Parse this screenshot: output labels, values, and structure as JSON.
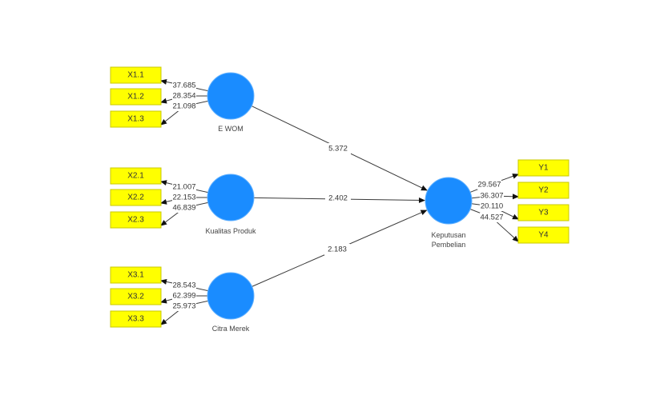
{
  "diagram": {
    "type": "pls-sem-path-model",
    "latent_variables": [
      {
        "id": "ewom",
        "label": "E WOM",
        "label_lines": [
          "E WOM"
        ],
        "color": "#1a8cff"
      },
      {
        "id": "kualitas",
        "label": "Kualitas Produk",
        "label_lines": [
          "Kualitas Produk"
        ],
        "color": "#1a8cff"
      },
      {
        "id": "citra",
        "label": "Citra Merek",
        "label_lines": [
          "Citra Merek"
        ],
        "color": "#1a8cff"
      },
      {
        "id": "keputusan",
        "label": "Keputusan Pembelian",
        "label_lines": [
          "Keputusan",
          "Pembelian"
        ],
        "color": "#1a8cff"
      }
    ],
    "indicators": [
      {
        "id": "X1.1",
        "label": "X1.1",
        "latent": "ewom",
        "value": "37.685"
      },
      {
        "id": "X1.2",
        "label": "X1.2",
        "latent": "ewom",
        "value": "28.354"
      },
      {
        "id": "X1.3",
        "label": "X1.3",
        "latent": "ewom",
        "value": "21.098"
      },
      {
        "id": "X2.1",
        "label": "X2.1",
        "latent": "kualitas",
        "value": "21.007"
      },
      {
        "id": "X2.2",
        "label": "X2.2",
        "latent": "kualitas",
        "value": "22.153"
      },
      {
        "id": "X2.3",
        "label": "X2.3",
        "latent": "kualitas",
        "value": "46.839"
      },
      {
        "id": "X3.1",
        "label": "X3.1",
        "latent": "citra",
        "value": "28.543"
      },
      {
        "id": "X3.2",
        "label": "X3.2",
        "latent": "citra",
        "value": "62.399"
      },
      {
        "id": "X3.3",
        "label": "X3.3",
        "latent": "citra",
        "value": "25.973"
      },
      {
        "id": "Y1",
        "label": "Y1",
        "latent": "keputusan",
        "value": "29.567"
      },
      {
        "id": "Y2",
        "label": "Y2",
        "latent": "keputusan",
        "value": "36.307"
      },
      {
        "id": "Y3",
        "label": "Y3",
        "latent": "keputusan",
        "value": "20.110"
      },
      {
        "id": "Y4",
        "label": "Y4",
        "latent": "keputusan",
        "value": "44.527"
      }
    ],
    "paths": [
      {
        "from": "ewom",
        "to": "keputusan",
        "value": "5.372"
      },
      {
        "from": "kualitas",
        "to": "keputusan",
        "value": "2.402"
      },
      {
        "from": "citra",
        "to": "keputusan",
        "value": "2.183"
      }
    ],
    "colors": {
      "indicator_fill": "#ffff00",
      "latent_fill": "#1a8cff",
      "edge": "#3a3a3a"
    }
  }
}
